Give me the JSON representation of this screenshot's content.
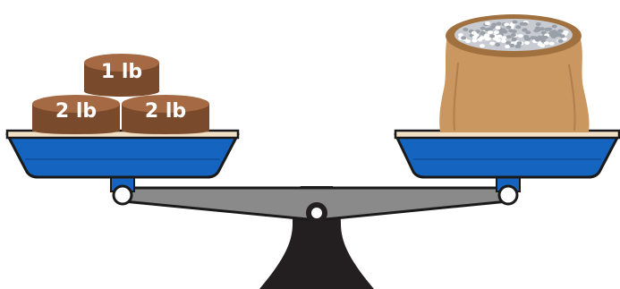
{
  "weights": [
    {
      "label": "1 lb"
    },
    {
      "label": "2 lb"
    },
    {
      "label": "2 lb"
    }
  ],
  "colors": {
    "pan_blue": "#1565c0",
    "pan_rim": "#f2e0c4",
    "weight_top": "#a56a44",
    "weight_side": "#7a4a2c",
    "sack": "#c9975f",
    "beam": "#8a8a8a",
    "stand": "#231f20"
  }
}
